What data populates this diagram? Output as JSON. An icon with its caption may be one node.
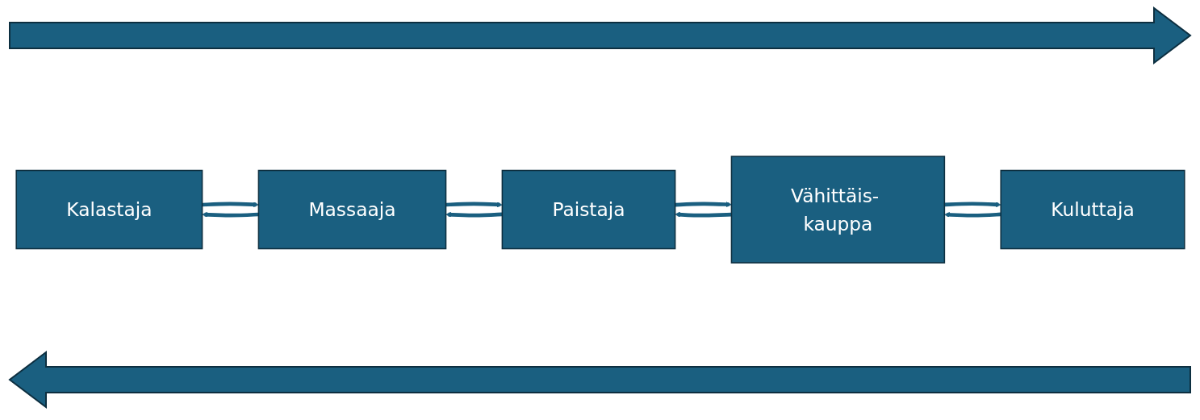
{
  "diagram": {
    "nodes": [
      {
        "text": [
          "Kalastaja"
        ]
      },
      {
        "text": [
          "Massaaja"
        ]
      },
      {
        "text": [
          "Paistaja"
        ]
      },
      {
        "text": [
          "Vähittäis- kauppa"
        ]
      },
      {
        "text": [
          "Kuluttaja"
        ]
      }
    ],
    "edges": [
      {
        "from": 0,
        "to": 1,
        "arrow": "to"
      },
      {
        "from": 1,
        "to": 0,
        "arrow": "to"
      },
      {
        "from": 1,
        "to": 2,
        "arrow": "to"
      },
      {
        "from": 2,
        "to": 1,
        "arrow": "to"
      },
      {
        "from": 2,
        "to": 3,
        "arrow": "to"
      },
      {
        "from": 3,
        "to": 2,
        "arrow": "to"
      },
      {
        "from": 3,
        "to": 4,
        "arrow": "to"
      },
      {
        "from": 4,
        "to": 3,
        "arrow": "to"
      }
    ]
  }
}
